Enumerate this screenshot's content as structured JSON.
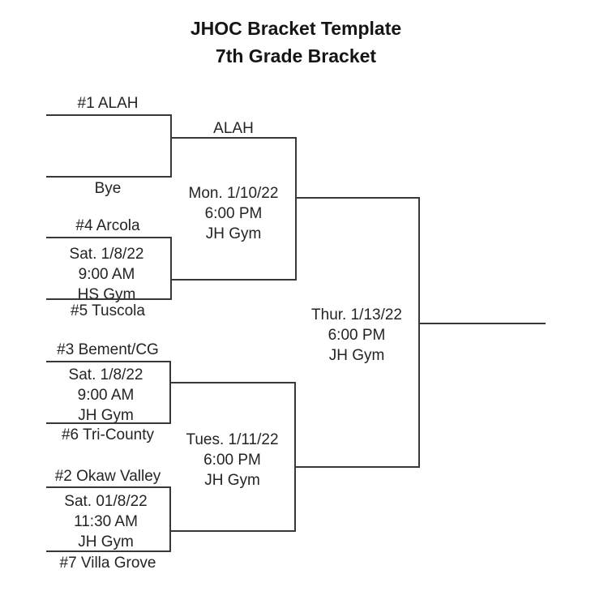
{
  "title": {
    "line1": "JHOC Bracket Template",
    "line2": "7th Grade Bracket"
  },
  "colors": {
    "line": "#383838",
    "text": "#242424",
    "background": "#ffffff"
  },
  "rounds": {
    "quarterfinals": {
      "game1": {
        "top_team": "#1 ALAH",
        "bottom_team": "Bye"
      },
      "game2": {
        "top_team": "#4 Arcola",
        "bottom_team": "#5 Tuscola",
        "date": "Sat. 1/8/22",
        "time": "9:00 AM",
        "location": "HS Gym"
      },
      "game3": {
        "top_team": "#3 Bement/CG",
        "bottom_team": "#6 Tri-County",
        "date": "Sat. 1/8/22",
        "time": "9:00 AM",
        "location": "JH Gym"
      },
      "game4": {
        "top_team": "#2 Okaw Valley",
        "bottom_team": "#7 Villa Grove",
        "date": "Sat. 01/8/22",
        "time": "11:30 AM",
        "location": "JH Gym"
      }
    },
    "semifinals": {
      "game1": {
        "advancing_team": "ALAH",
        "date": "Mon. 1/10/22",
        "time": "6:00 PM",
        "location": "JH Gym"
      },
      "game2": {
        "date": "Tues. 1/11/22",
        "time": "6:00 PM",
        "location": "JH Gym"
      }
    },
    "championship": {
      "date": "Thur. 1/13/22",
      "time": "6:00 PM",
      "location": "JH Gym"
    }
  }
}
